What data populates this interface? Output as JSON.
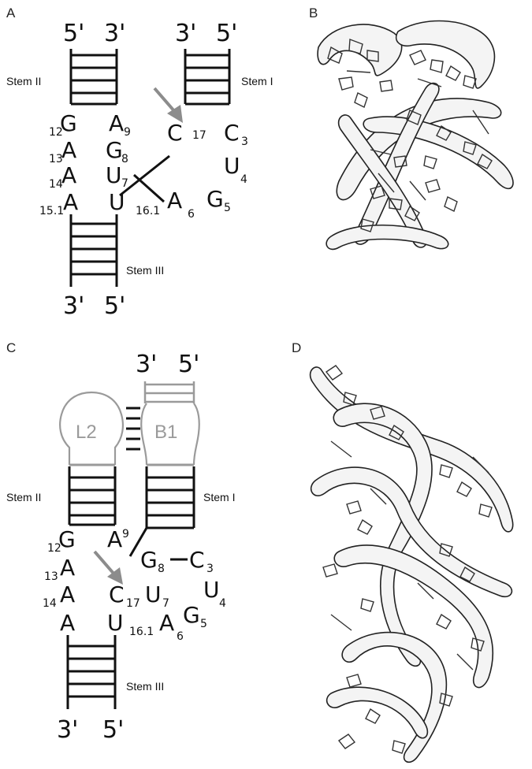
{
  "panels": {
    "a": {
      "letter": "A",
      "stem2": "Stem II",
      "stem1": "Stem I",
      "stem3": "Stem III",
      "p5_top_left": "5'",
      "p3_top_left": "3'",
      "p3_top_right": "3'",
      "p5_top_right": "5'",
      "p3_bottom": "3'",
      "p5_bottom": "5'",
      "nt": {
        "G12": {
          "base": "G",
          "idx": "12"
        },
        "A9": {
          "base": "A",
          "idx": "9"
        },
        "A13": {
          "base": "A",
          "idx": "13"
        },
        "G8": {
          "base": "G",
          "idx": "8"
        },
        "A14": {
          "base": "A",
          "idx": "14"
        },
        "U7": {
          "base": "U",
          "idx": "7"
        },
        "A151": {
          "base": "A",
          "idx": "15.1"
        },
        "U161": {
          "base": "U",
          "idx": "16.1"
        },
        "C17": {
          "base": "C",
          "idx": "17"
        },
        "C3": {
          "base": "C",
          "idx": "3"
        },
        "U4": {
          "base": "U",
          "idx": "4"
        },
        "A6": {
          "base": "A",
          "idx": "6"
        },
        "G5": {
          "base": "G",
          "idx": "5"
        }
      }
    },
    "b": {
      "letter": "B"
    },
    "c": {
      "letter": "C",
      "stem2": "Stem II",
      "stem1": "Stem I",
      "stem3": "Stem III",
      "p3_top": "3'",
      "p5_top": "5'",
      "p3_bottom": "3'",
      "p5_bottom": "5'",
      "loop_l2": "L2",
      "bulge_b1": "B1",
      "nt": {
        "G12": {
          "base": "G",
          "idx": "12"
        },
        "A9": {
          "base": "A",
          "idx": "9"
        },
        "A13": {
          "base": "A",
          "idx": "13"
        },
        "G8": {
          "base": "G",
          "idx": "8"
        },
        "C3": {
          "base": "C",
          "idx": "3"
        },
        "A14": {
          "base": "A",
          "idx": "14"
        },
        "C17": {
          "base": "C",
          "idx": "17"
        },
        "U7": {
          "base": "U",
          "idx": "7"
        },
        "U4": {
          "base": "U",
          "idx": "4"
        },
        "A15": {
          "base": "A"
        },
        "U161": {
          "base": "U",
          "idx": "16.1"
        },
        "A6": {
          "base": "A",
          "idx": "6"
        },
        "G5": {
          "base": "G",
          "idx": "5"
        }
      }
    },
    "d": {
      "letter": "D"
    }
  },
  "colors": {
    "line": "#111111",
    "arrow": "#8c8c8c",
    "grey_outline": "#9a9a9a"
  }
}
